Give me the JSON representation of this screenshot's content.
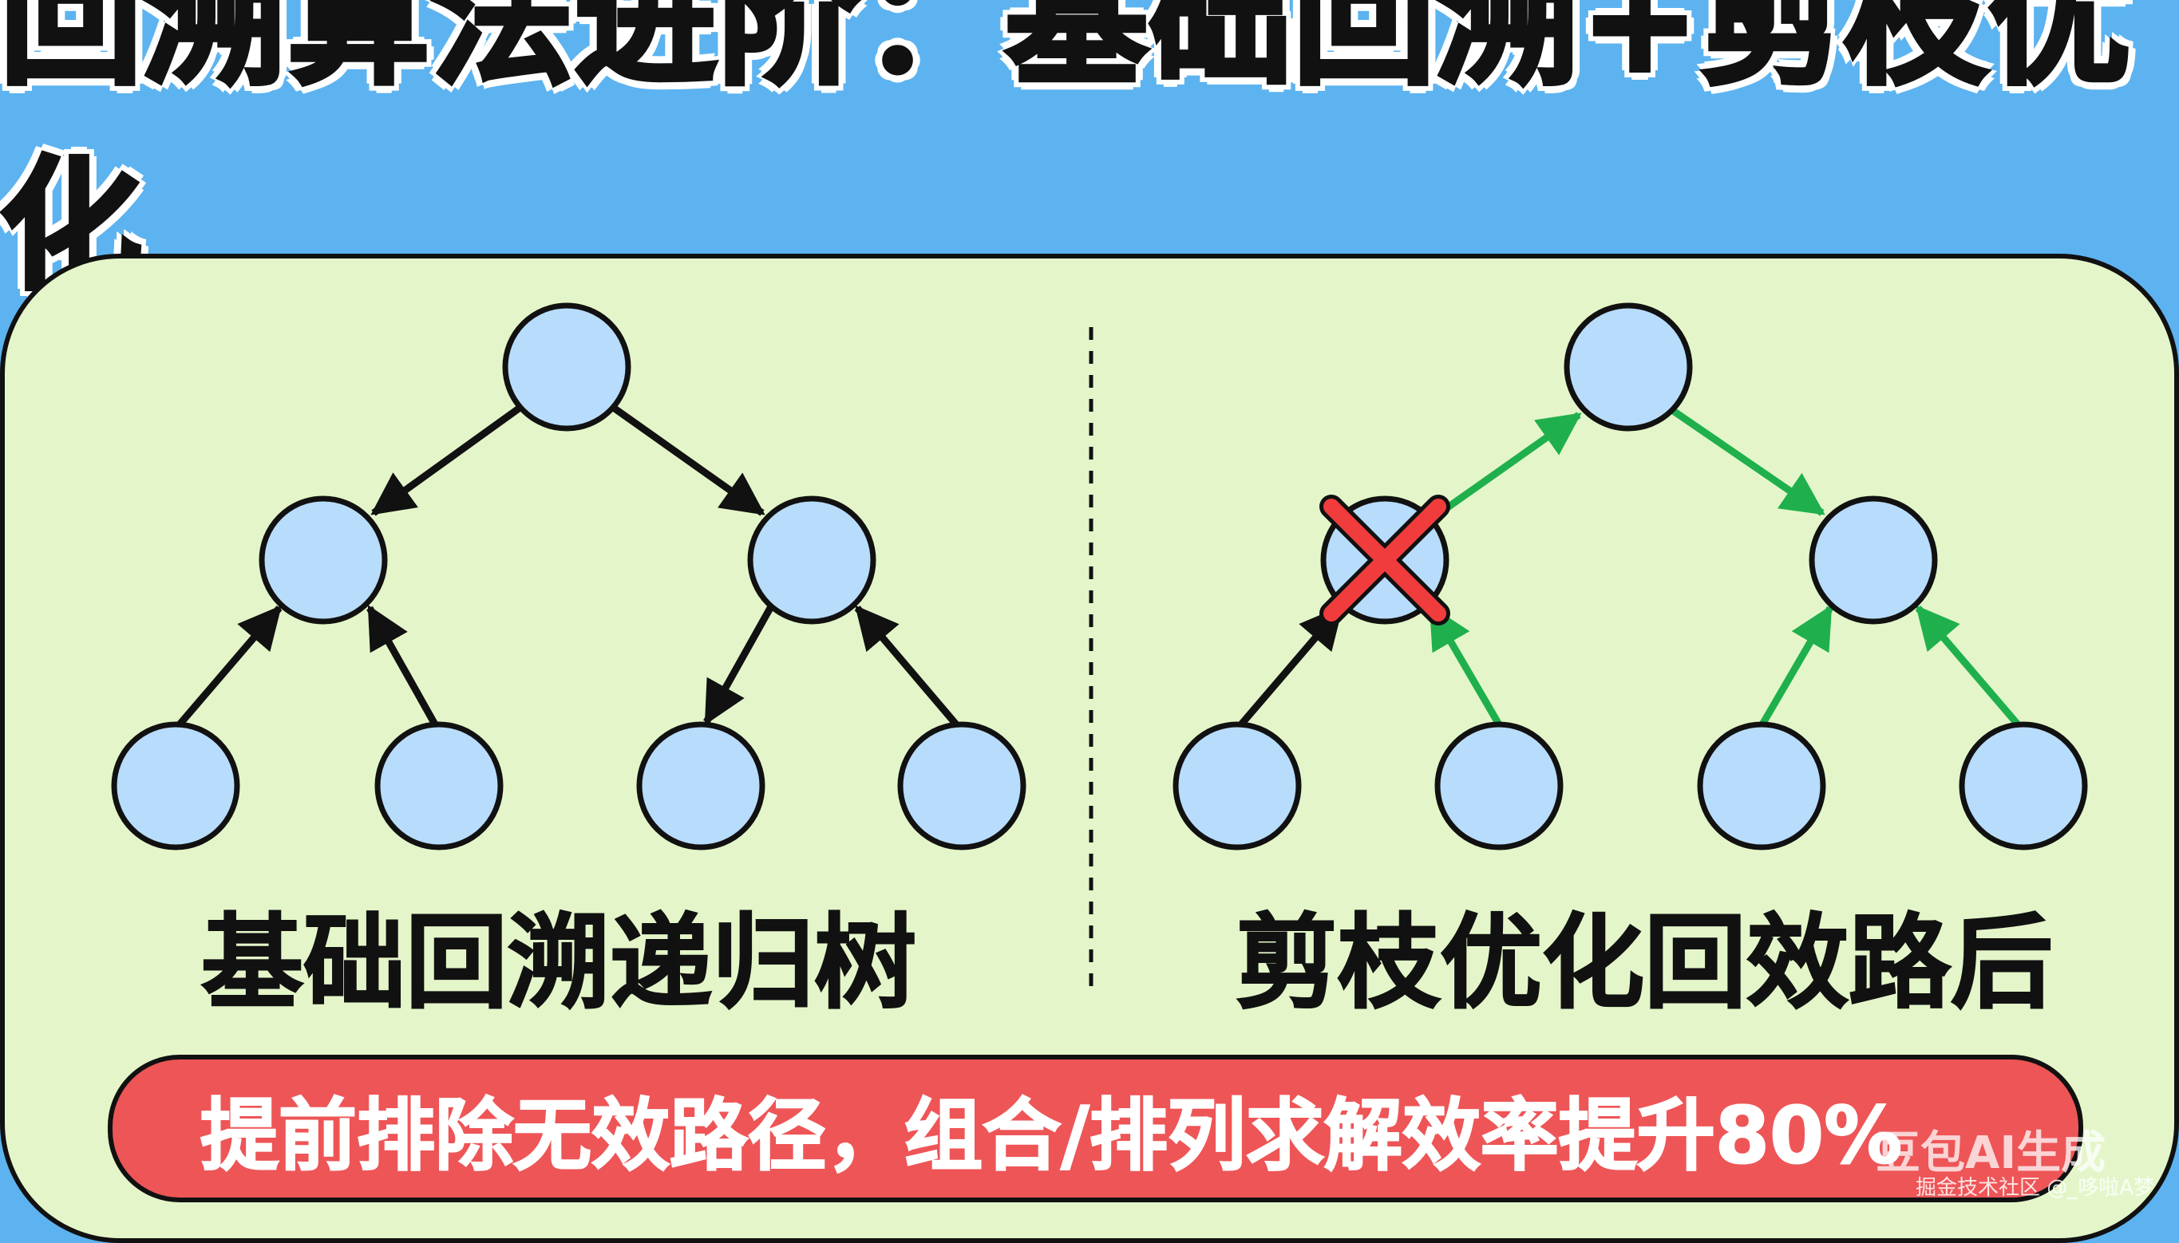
{
  "title": "回溯算法进阶：基础回溯+剪枝优化",
  "left_caption": "基础回溯递归树",
  "right_caption": "剪枝优化回效路后",
  "banner_text": "提前排除无效路径，组合/排列求解效率提升80%",
  "watermark": "豆包AI生成",
  "credit": "掘金技术社区 @_哆啦A梦",
  "colors": {
    "background": "#5cb3f0",
    "panel": "#e4f6c9",
    "node": "#b8dcfb",
    "outline": "#111111",
    "green_arrow": "#1fb04d",
    "prune_cross": "#f03c3c",
    "banner": "#ee5557"
  },
  "icons": {
    "prune_mark": "red-cross-icon",
    "divider": "dashed-divider"
  }
}
